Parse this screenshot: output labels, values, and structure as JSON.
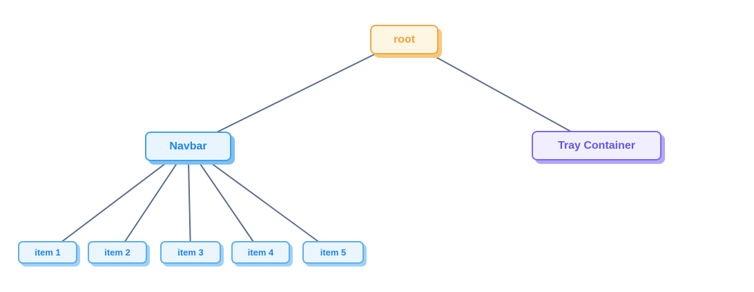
{
  "diagram": {
    "type": "tree",
    "background_color": "#ffffff",
    "edge_color": "#5a6e8c",
    "nodes": {
      "root": {
        "label": "root",
        "text_color": "#f2a23c",
        "border_color": "#f0a843",
        "fill_color": "#fdf6e2",
        "shadow_color": "#f8c87e"
      },
      "navbar": {
        "label": "Navbar",
        "text_color": "#1d86e8",
        "border_color": "#41a0ea",
        "fill_color": "#e9f5fe",
        "shadow_color": "#7cc0f5"
      },
      "tray": {
        "label": "Tray Container",
        "text_color": "#6355e8",
        "border_color": "#7a68ee",
        "fill_color": "#f1effe",
        "shadow_color": "#b2a6f8"
      },
      "item1": {
        "label": "item 1",
        "text_color": "#1d86e8",
        "border_color": "#5cb0ef",
        "fill_color": "#eaf5fd",
        "shadow_color": "#9fd2f7"
      },
      "item2": {
        "label": "item 2",
        "text_color": "#1d86e8",
        "border_color": "#5cb0ef",
        "fill_color": "#eaf5fd",
        "shadow_color": "#9fd2f7"
      },
      "item3": {
        "label": "item 3",
        "text_color": "#1d86e8",
        "border_color": "#5cb0ef",
        "fill_color": "#eaf5fd",
        "shadow_color": "#9fd2f7"
      },
      "item4": {
        "label": "item 4",
        "text_color": "#1d86e8",
        "border_color": "#5cb0ef",
        "fill_color": "#eaf5fd",
        "shadow_color": "#9fd2f7"
      },
      "item5": {
        "label": "item 5",
        "text_color": "#1d86e8",
        "border_color": "#5cb0ef",
        "fill_color": "#eaf5fd",
        "shadow_color": "#9fd2f7"
      }
    },
    "hierarchy": {
      "root": [
        "navbar",
        "tray"
      ],
      "navbar": [
        "item1",
        "item2",
        "item3",
        "item4",
        "item5"
      ],
      "tray": [],
      "item1": [],
      "item2": [],
      "item3": [],
      "item4": [],
      "item5": []
    }
  }
}
